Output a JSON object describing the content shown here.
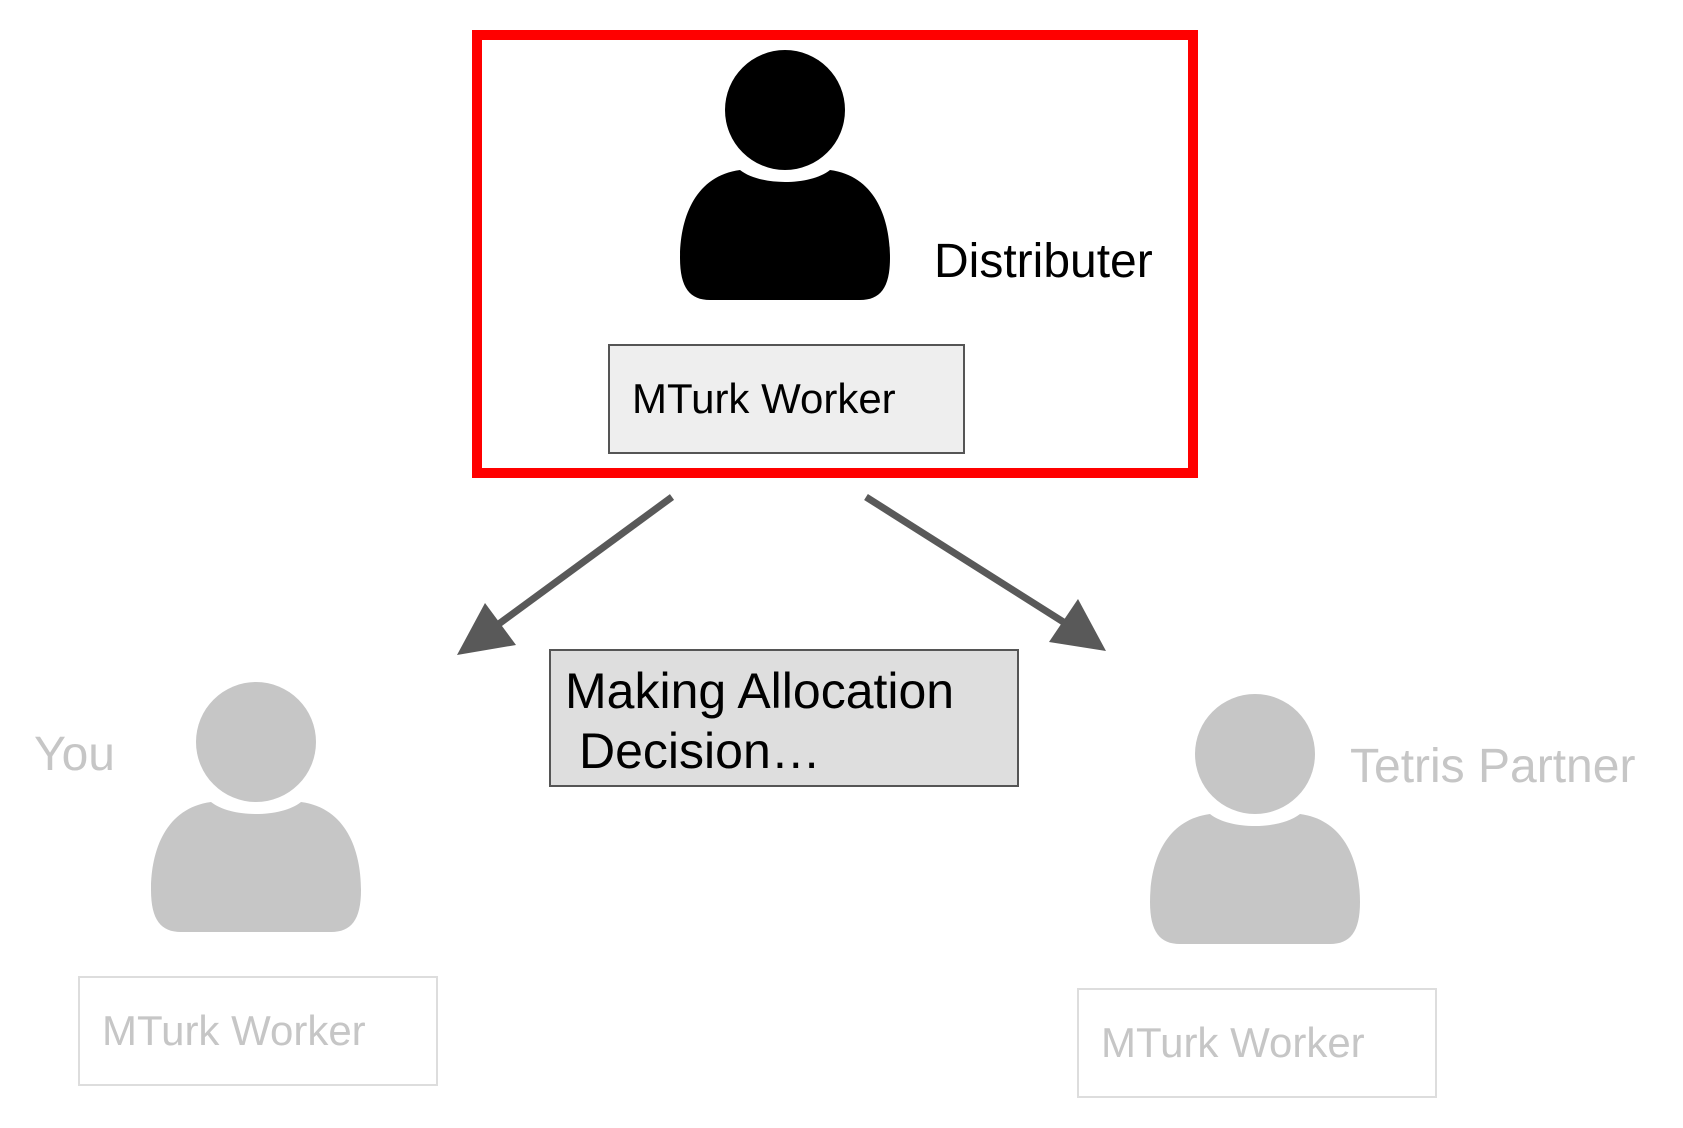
{
  "distributer": {
    "role_label": "Distributer",
    "worker_tag": "MTurk Worker",
    "icon": "person-icon",
    "color": "#000000"
  },
  "status": {
    "line1": "Making Allocation",
    "line2": "Decision…"
  },
  "you": {
    "role_label": "You",
    "worker_tag": "MTurk Worker",
    "icon": "person-icon",
    "color": "#c6c6c6"
  },
  "partner": {
    "role_label": "Tetris Partner",
    "worker_tag": "MTurk Worker",
    "icon": "person-icon",
    "color": "#c6c6c6"
  },
  "colors": {
    "highlight": "#ff0000",
    "arrow": "#595959"
  }
}
